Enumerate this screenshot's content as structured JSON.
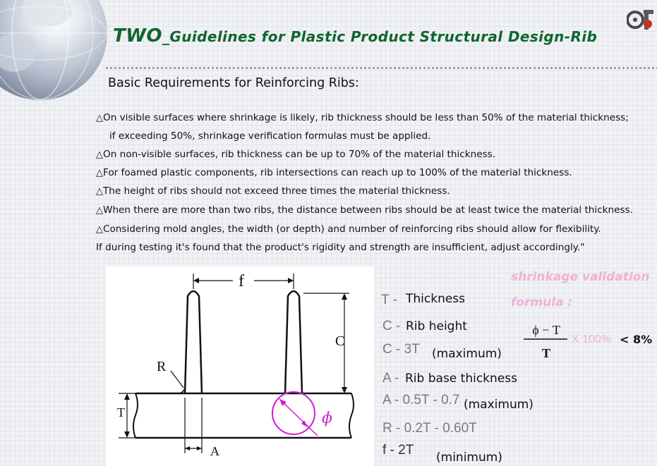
{
  "header": {
    "title_prefix": "TWO",
    "title_rest": "_Guidelines for Plastic Product Structural Design-Rib",
    "subtitle": "Basic Requirements for Reinforcing Ribs:"
  },
  "requirements": [
    "On visible surfaces where shrinkage is likely, rib thickness should be less than 50% of the material thickness;",
    "if exceeding 50%, shrinkage verification formulas must be applied.",
    "On non-visible surfaces, rib thickness can be up to 70% of the material thickness.",
    "For foamed plastic components, rib intersections can reach up to 100% of the material thickness.",
    "The height of ribs should not exceed three times the material thickness.",
    "When there are more than two ribs, the distance between ribs should be at least twice the material thickness.",
    "Considering mold angles, the width (or depth) and number of reinforcing ribs should allow for flexibility.",
    "If during testing it's found that the product's rigidity and strength are insufficient, adjust accordingly.\""
  ],
  "bullet_glyph": "△",
  "diagram": {
    "label_f": "f",
    "label_c": "C",
    "label_r": "R",
    "label_t": "T",
    "label_a": "A",
    "label_phi": "ϕ"
  },
  "legend": {
    "t_term": "T -",
    "t_def": "Thickness",
    "c_term": "C -",
    "c_def": "Rib height",
    "c3_term": "C - 3T",
    "c3_def": "(maximum)",
    "a_term": "A -",
    "a_def": "Rib base thickness",
    "a2_term": "A - 0.5T - 0.7",
    "a2_def": "(maximum)",
    "r_term": "R - 0.2T - 0.60T",
    "f_term": "f - 2T",
    "f_def": "(minimum)"
  },
  "formula": {
    "label_line1": "shrinkage validation",
    "label_line2": "formula  :",
    "numerator": "ϕ − T",
    "denominator": "T",
    "multiplier": "X  100%",
    "comparison": "< 8%"
  },
  "colors": {
    "title_green": "#0f6630",
    "pink": "#f0b0d6",
    "magenta": "#d21ad2"
  }
}
